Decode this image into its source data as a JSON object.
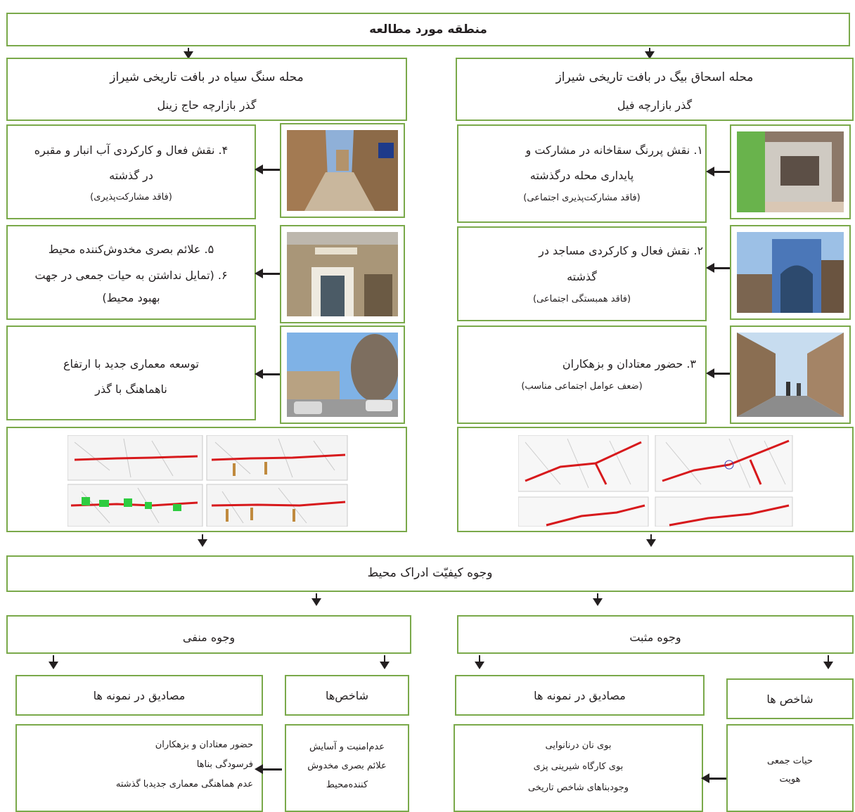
{
  "top": {
    "title": "منطقه مورد مطالعه"
  },
  "left_area": {
    "title": "محله سنگ سیاه در بافت تاریخی شیراز",
    "subtitle": "گذر بازارچه حاج زینل",
    "items": [
      {
        "line1": "۴. نقش فعال و کارکردی آب انبار و مقبره",
        "line2": "در گذشته",
        "note": "(فاقد مشارکت‌پذیری)"
      },
      {
        "line1": "۵. علائم بصری مخدوش‌کننده محیط",
        "line2": "۶. (تمایل نداشتن به حیات جمعی در جهت",
        "note": "بهبود محیط)"
      },
      {
        "line1": "توسعه معماری جدید با ارتفاع",
        "line2": "ناهماهنگ با گذر",
        "note": ""
      }
    ]
  },
  "right_area": {
    "title": "محله اسحاق بیگ در بافت تاریخی شیراز",
    "subtitle": "گذر بازارچه فیل",
    "items": [
      {
        "line1": "۱. نقش پررنگ سقاخانه در مشارکت و",
        "line2": "پایداری محله درگذشته",
        "note": "(فاقد مشارکت‌پذیری اجتماعی)"
      },
      {
        "line1": "۲. نقش فعال و کارکردی مساجد در",
        "line2": "گذشته",
        "note": "(فاقد همبستگی اجتماعی)"
      },
      {
        "line1": "۳. حضور معتادان و بزهکاران",
        "line2": "",
        "note": "(ضعف عوامل اجتماعی مناسب)"
      }
    ]
  },
  "perception": {
    "title": "وجوه کیفیّت ادراک محیط"
  },
  "negative": {
    "title": "وجوه منفی",
    "examples_title": "مصادیق در نمونه ها",
    "indicators_title": "شاخص‌ها",
    "examples": [
      "حضور معتادان و بزهکاران",
      "فرسودگی بناها",
      "عدم هماهنگی معماری جدیدبا گذشته"
    ],
    "indicators": [
      "عدم‌امنیت و آسایش",
      "علائم بصری مخدوش",
      "کننده‌محیط"
    ]
  },
  "positive": {
    "title": "وجوه مثبت",
    "examples_title": "مصادیق در نمونه ها",
    "indicators_title": "شاخص ها",
    "examples": [
      "بوی نان درنانوایی",
      "بوی کارگاه شیرینی پزی",
      "وجودبناهای شاخص تاریخی"
    ],
    "indicators": [
      "حیات جمعی",
      "هویت"
    ]
  },
  "colors": {
    "border": "#7aa94a",
    "route": "#d7191c",
    "arrow": "#231f20"
  }
}
